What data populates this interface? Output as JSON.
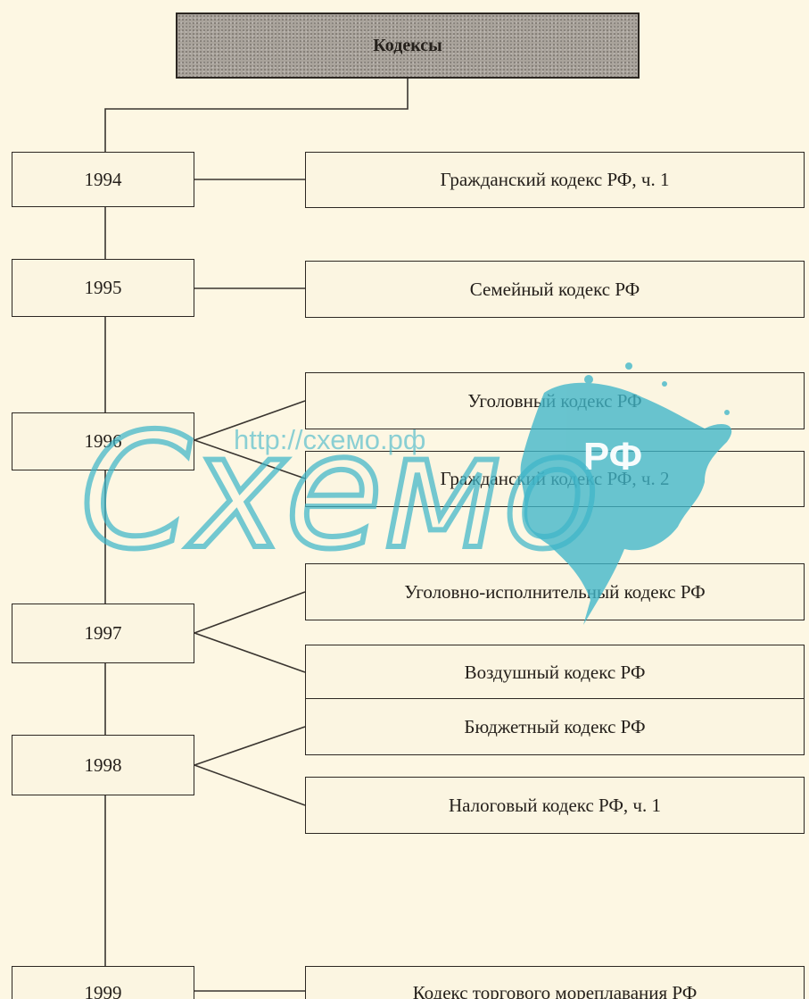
{
  "title": "Кодексы",
  "timeline": [
    {
      "year": "1994",
      "codes": [
        "Гражданский кодекс РФ, ч. 1"
      ]
    },
    {
      "year": "1995",
      "codes": [
        "Семейный кодекс РФ"
      ]
    },
    {
      "year": "1996",
      "codes": [
        "Уголовный кодекс РФ",
        "Гражданский кодекс РФ, ч. 2"
      ]
    },
    {
      "year": "1997",
      "codes": [
        "Уголовно-исполнительный кодекс РФ",
        "Воздушный кодекс РФ"
      ]
    },
    {
      "year": "1998",
      "codes": [
        "Бюджетный кодекс РФ",
        "Налоговый кодекс РФ, ч. 1"
      ]
    },
    {
      "year": "1999",
      "codes": [
        "Кодекс торгового мореплавания РФ"
      ]
    }
  ],
  "watermark": {
    "url": "http://схемо.рф",
    "logo_text": "Схемо",
    "badge": "РФ",
    "color": "#3fb6c9"
  },
  "colors": {
    "background": "#fdf7e3",
    "line": "#2c2722",
    "title_fill": "#a9a39b"
  }
}
